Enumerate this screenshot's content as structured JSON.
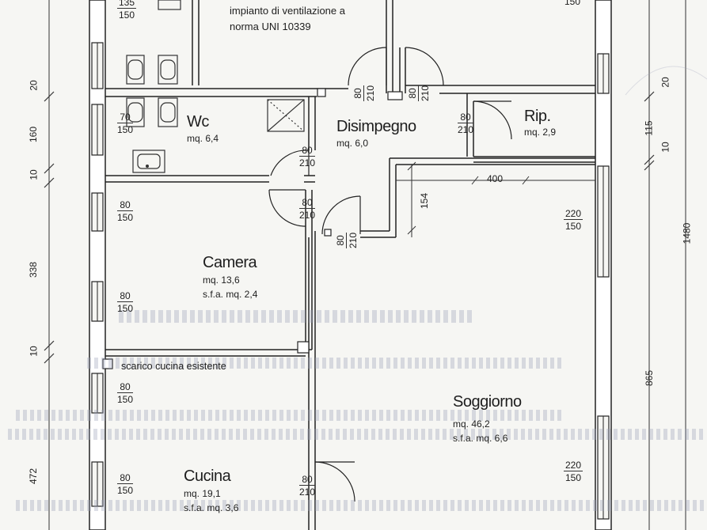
{
  "rooms": {
    "wc": {
      "name": "Wc",
      "area": "mq. 6,4"
    },
    "disimpegno": {
      "name": "Disimpegno",
      "area": "mq. 6,0"
    },
    "ripostiglio": {
      "name": "Rip.",
      "area": "mq. 2,9"
    },
    "camera": {
      "name": "Camera",
      "area": "mq. 13,6",
      "sfa": "s.f.a. mq. 2,4"
    },
    "soggiorno": {
      "name": "Soggiorno",
      "area": "mq. 46,2",
      "sfa": "s.f.a. mq. 6,6"
    },
    "cucina": {
      "name": "Cucina",
      "area": "mq. 19,1",
      "sfa": "s.f.a. mq. 3,6"
    }
  },
  "notes": {
    "ventilation_1": "impianto di ventilazione a",
    "ventilation_2": "norma UNI 10339",
    "kitchen_drain": "scarico cucina esistente"
  },
  "openings": {
    "top_bath_window": {
      "w": "135",
      "h": "150"
    },
    "top_right_window": {
      "h": "150"
    },
    "wc_window": {
      "w": "70",
      "h": "150"
    },
    "door_wc": {
      "w": "80",
      "h": "210"
    },
    "door_bath_top": {
      "w": "80",
      "h": "210"
    },
    "door_top_right": {
      "w": "80",
      "h": "210"
    },
    "door_rip": {
      "w": "80",
      "h": "210"
    },
    "door_camera": {
      "w": "80",
      "h": "210"
    },
    "door_center": {
      "w": "80",
      "h": "210"
    },
    "camera_window_1": {
      "w": "80",
      "h": "150"
    },
    "camera_window_2": {
      "w": "80",
      "h": "150"
    },
    "cucina_window_1": {
      "w": "80",
      "h": "150"
    },
    "cucina_window_2": {
      "w": "80",
      "h": "150"
    },
    "door_cucina": {
      "w": "80",
      "h": "210"
    },
    "soggiorno_window_1": {
      "w": "220",
      "h": "150"
    },
    "soggiorno_window_2": {
      "w": "220",
      "h": "150"
    }
  },
  "dimensions": {
    "left_20": "20",
    "left_160": "160",
    "left_10a": "10",
    "left_338": "338",
    "left_10b": "10",
    "left_472": "472",
    "right_20": "20",
    "right_115": "115",
    "right_10": "10",
    "right_1480": "1480",
    "right_865": "865",
    "horizontal_400": "400",
    "vertical_154": "154"
  }
}
